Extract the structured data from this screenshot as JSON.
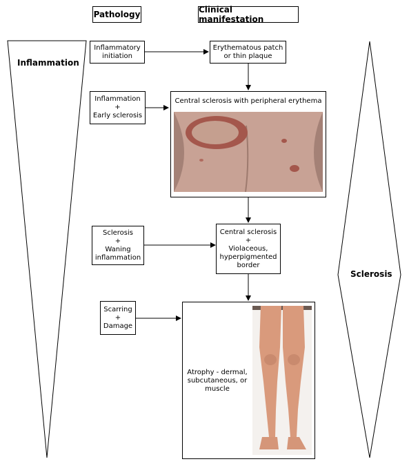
{
  "headers": {
    "pathology": "Pathology",
    "clinical": "Clinical manifestation"
  },
  "side_labels": {
    "left": "Inflammation",
    "right": "Sclerosis"
  },
  "pathology_stages": [
    "Inflammatory\ninitiation",
    "Inflammation\n+\nEarly sclerosis",
    "Sclerosis\n+\nWaning\ninflammation",
    "Scarring\n+\nDamage"
  ],
  "clinical_stages": [
    "Erythematous patch\nor thin plaque",
    "Central sclerosis with peripheral erythema",
    "Central sclerosis\n+\nViolaceous,\nhyperpigmented\nborder",
    "Atrophy - dermal,\nsubcutaneous, or\nmuscle"
  ],
  "colors": {
    "line": "#000000",
    "skin": "#c9a294",
    "lesion": "#a4574c",
    "leg_skin": "#d99a7c"
  }
}
